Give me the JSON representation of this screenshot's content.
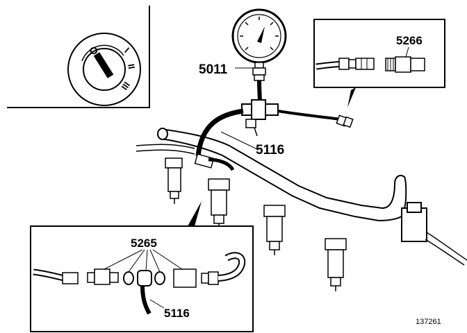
{
  "labels": {
    "gauge_tool": "5011",
    "adapter_tool": "5266",
    "hose_tool": "5116",
    "fitting_kit": "5265",
    "detail_hose": "5116"
  },
  "ignition_switch": {
    "positions": [
      "O",
      "I",
      "II",
      "III"
    ]
  },
  "figure_number": "137261",
  "colors": {
    "ink": "#000000",
    "paper": "#ffffff"
  }
}
